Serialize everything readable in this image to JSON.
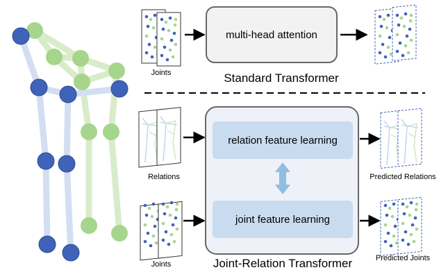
{
  "top": {
    "input_label": "Joints",
    "block_label": "multi-head attention",
    "section_title": "Standard Transformer"
  },
  "bottom": {
    "relations_label": "Relations",
    "joints_label": "Joints",
    "relation_block_label": "relation feature learning",
    "joint_block_label": "joint feature learning",
    "predicted_relations_label": "Predicted Relations",
    "predicted_joints_label": "Predicted Joints",
    "section_title": "Joint-Relation Transformer"
  },
  "colors": {
    "joint_blue": "#3f63b8",
    "joint_green": "#a6d58c",
    "bone_blue": "#d3def1",
    "bone_green": "#d9ecc9",
    "block_fill": "#eef1f7",
    "inner_fill": "#c9dbef",
    "double_arrow": "#8fbde3"
  }
}
